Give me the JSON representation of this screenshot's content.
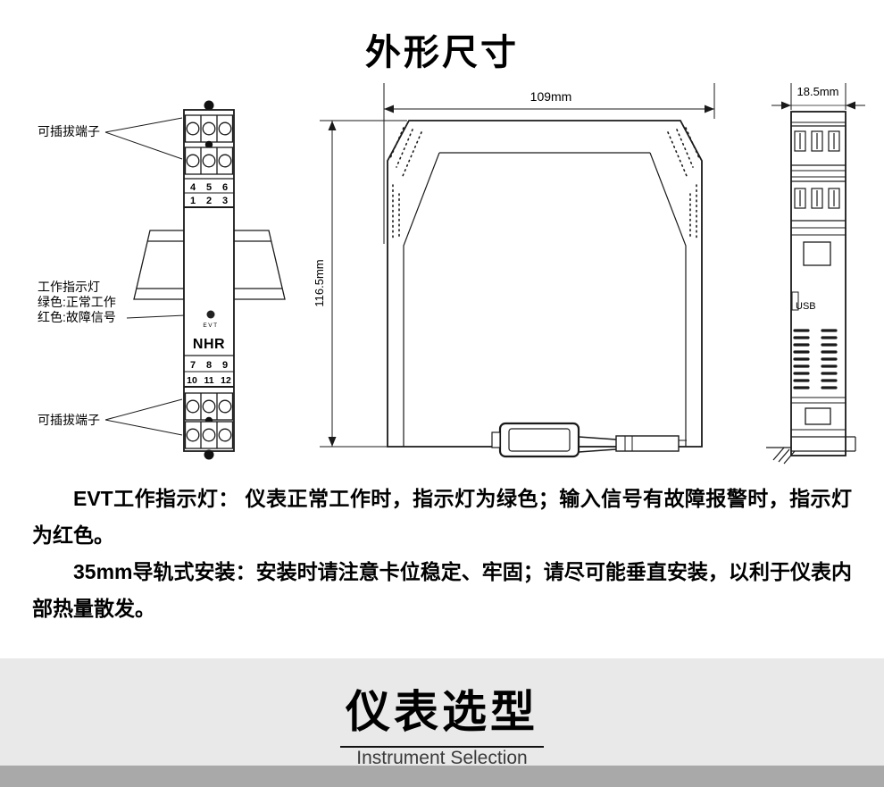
{
  "title": "外形尺寸",
  "front_view": {
    "label_top_terminal": "可插拔端子",
    "label_bottom_terminal": "可插拔端子",
    "indicator_label": "工作指示灯",
    "indicator_green": "绿色:正常工作",
    "indicator_red": "红色:故障信号",
    "evt": "EVT",
    "brand": "NHR",
    "row_a": [
      "4",
      "5",
      "6"
    ],
    "row_b": [
      "1",
      "2",
      "3"
    ],
    "row_c": [
      "7",
      "8",
      "9"
    ],
    "row_d": [
      "10",
      "11",
      "12"
    ],
    "red_color": "#e60000"
  },
  "dimensions": {
    "width": "109mm",
    "height": "116.5mm",
    "depth": "18.5mm"
  },
  "end_view": {
    "usb": "USB"
  },
  "notes": {
    "p1": "EVT工作指示灯： 仪表正常工作时，指示灯为绿色；输入信号有故障报警时，指示灯为红色。",
    "p2": "35mm导轨式安装：安装时请注意卡位稳定、牢固；请尽可能垂直安装，以利于仪表内部热量散发。"
  },
  "footer": {
    "title": "仪表选型",
    "subtitle": "Instrument Selection"
  }
}
